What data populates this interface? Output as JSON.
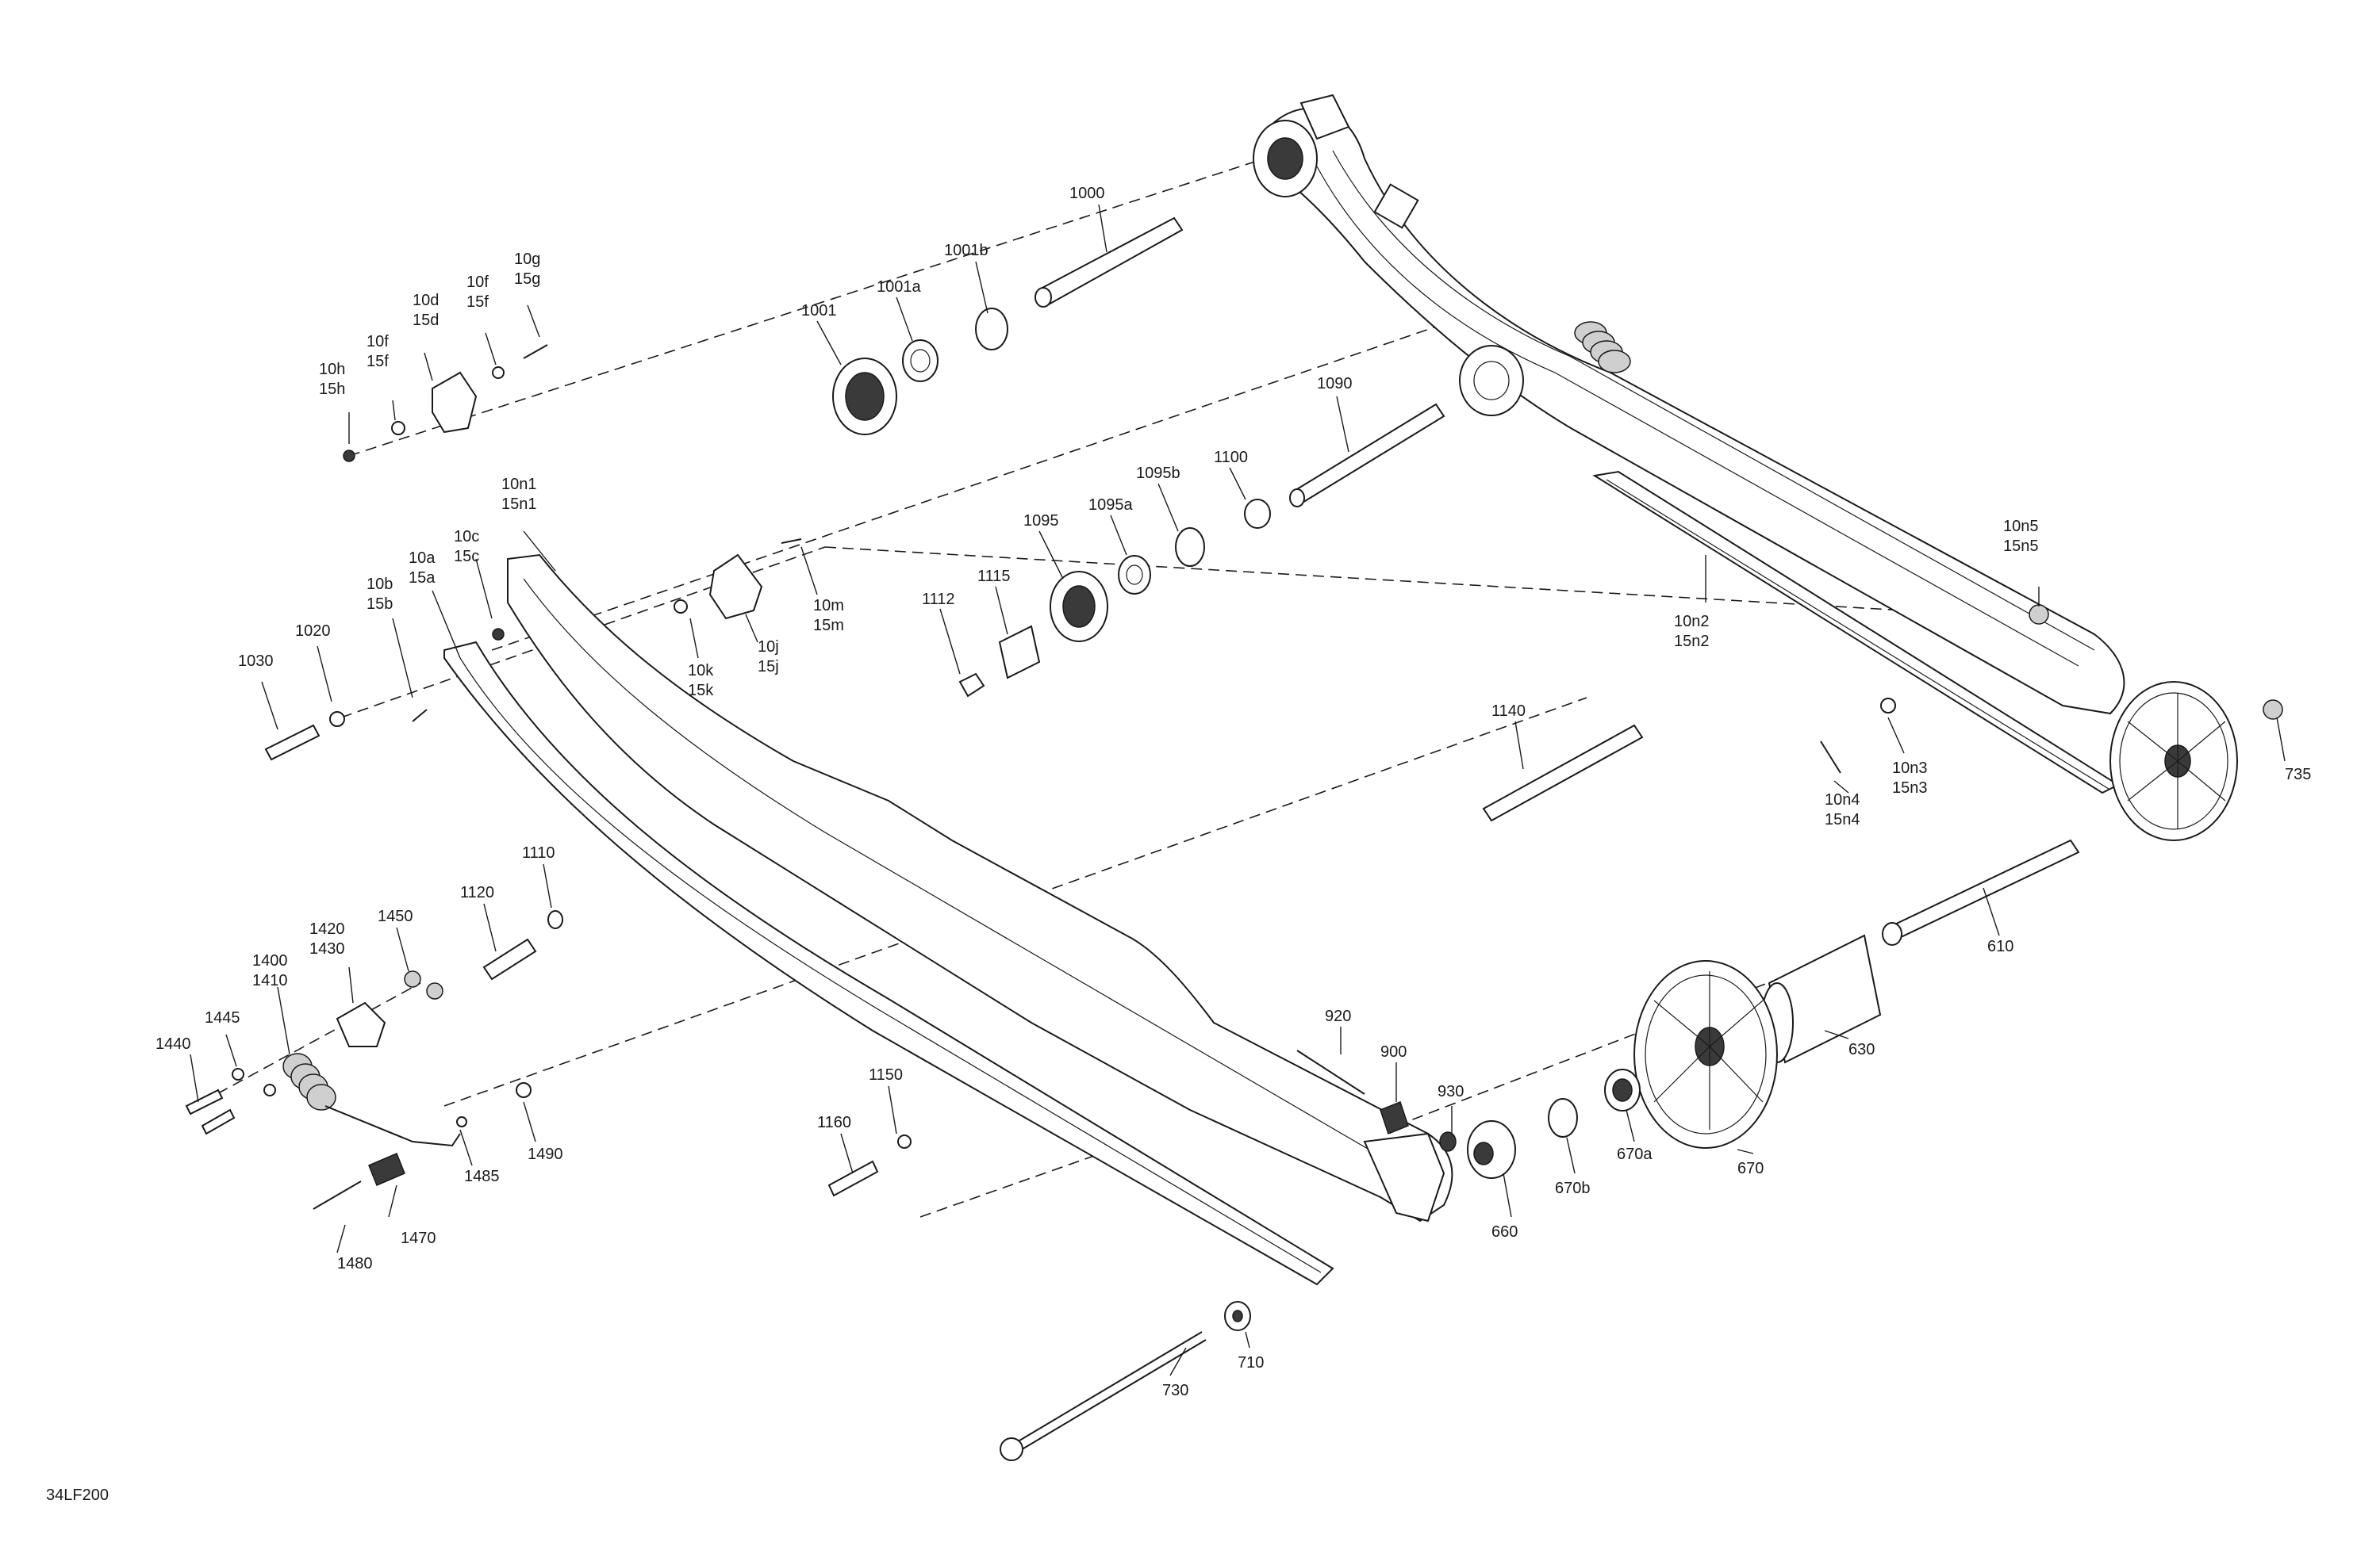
{
  "drawing_id": "34LF200",
  "callouts": [
    {
      "text": "1000"
    },
    {
      "text": "1001"
    },
    {
      "text": "1001a"
    },
    {
      "text": "1001b"
    },
    {
      "text": "1090"
    },
    {
      "text": "1095"
    },
    {
      "text": "1095a"
    },
    {
      "text": "1095b"
    },
    {
      "text": "1100"
    },
    {
      "text": "1112"
    },
    {
      "text": "1115"
    },
    {
      "text": "1140"
    },
    {
      "text": "10n1",
      "text2": "15n1"
    },
    {
      "text": "10n2",
      "text2": "15n2"
    },
    {
      "text": "10n3",
      "text2": "15n3"
    },
    {
      "text": "10n4",
      "text2": "15n4"
    },
    {
      "text": "10n5",
      "text2": "15n5"
    },
    {
      "text": "735"
    },
    {
      "text": "610"
    },
    {
      "text": "630"
    },
    {
      "text": "670"
    },
    {
      "text": "670a"
    },
    {
      "text": "670b"
    },
    {
      "text": "660"
    },
    {
      "text": "930"
    },
    {
      "text": "900"
    },
    {
      "text": "920"
    },
    {
      "text": "710"
    },
    {
      "text": "730"
    },
    {
      "text": "1160"
    },
    {
      "text": "1150"
    },
    {
      "text": "1110"
    },
    {
      "text": "1120"
    },
    {
      "text": "1450"
    },
    {
      "text": "1420",
      "text2": "1430"
    },
    {
      "text": "1400",
      "text2": "1410"
    },
    {
      "text": "1445"
    },
    {
      "text": "1440"
    },
    {
      "text": "1470"
    },
    {
      "text": "1480"
    },
    {
      "text": "1485"
    },
    {
      "text": "1490"
    },
    {
      "text": "1030"
    },
    {
      "text": "1020"
    },
    {
      "text": "10b",
      "text2": "15b"
    },
    {
      "text": "10a",
      "text2": "15a"
    },
    {
      "text": "10c",
      "text2": "15c"
    },
    {
      "text": "10k",
      "text2": "15k"
    },
    {
      "text": "10j",
      "text2": "15j"
    },
    {
      "text": "10m",
      "text2": "15m"
    },
    {
      "text": "10h",
      "text2": "15h"
    },
    {
      "text": "10f",
      "text2": "15f"
    },
    {
      "text": "10d",
      "text2": "15d"
    },
    {
      "text": "10f",
      "text2": "15f"
    },
    {
      "text": "10g",
      "text2": "15g"
    }
  ]
}
